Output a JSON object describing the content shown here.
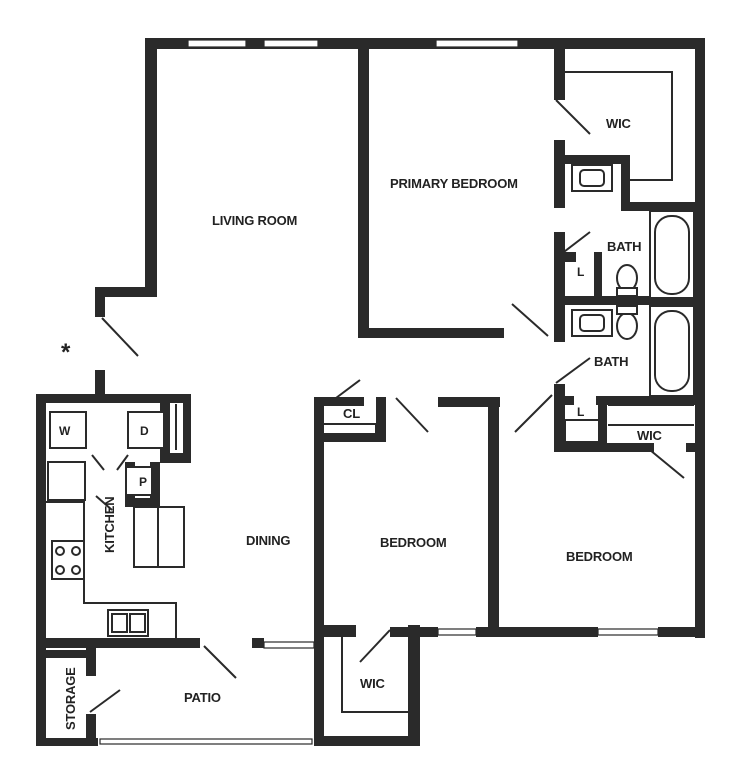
{
  "plan": {
    "colors": {
      "wall": "#2a2a2a",
      "background": "#ffffff"
    },
    "rooms": {
      "living_room": "LIVING ROOM",
      "primary_bedroom": "PRIMARY BEDROOM",
      "wic_primary": "WIC",
      "bath_primary": "BATH",
      "bath_second": "BATH",
      "closet": "CL",
      "wic_right": "WIC",
      "dining": "DINING",
      "kitchen": "KITCHEN",
      "bedroom_center": "BEDROOM",
      "bedroom_right": "BEDROOM",
      "wic_bottom": "WIC",
      "patio": "PATIO",
      "storage": "STORAGE"
    },
    "fixtures": {
      "washer": "W",
      "dryer": "D",
      "pantry": "P",
      "linen_primary": "L",
      "linen_second": "L"
    },
    "entry_marker": "*"
  }
}
